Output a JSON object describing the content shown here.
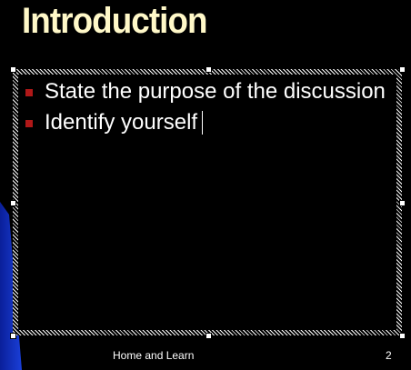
{
  "slide": {
    "title": "Introduction",
    "bullets": [
      {
        "text": "State the purpose of the discussion"
      },
      {
        "text": "Identify yourself"
      }
    ],
    "footer": "Home and Learn",
    "page_number": "2"
  },
  "theme": {
    "background": "#000000",
    "title_color": "#fff8c8",
    "text_color": "#ffffff",
    "bullet_color": "#b01818",
    "accent_blue": "#1a3fd8"
  }
}
